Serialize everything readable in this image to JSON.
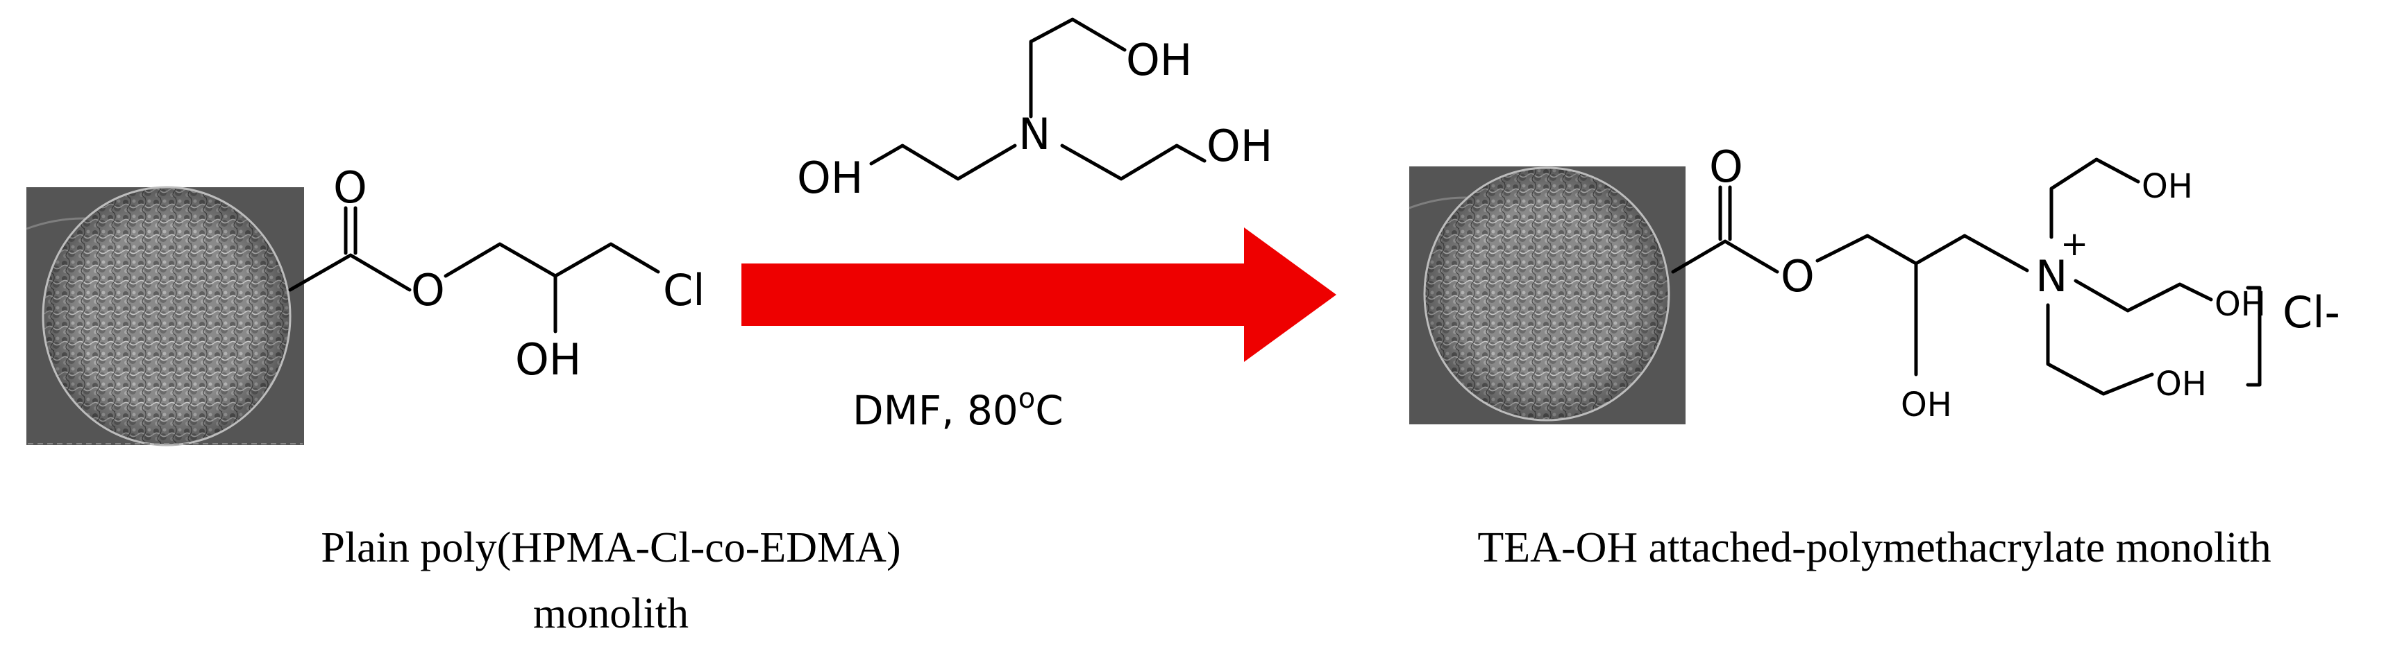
{
  "reagent": {
    "oh_top": "OH",
    "n": "N",
    "oh_left": "OH",
    "oh_right": "OH"
  },
  "reactant": {
    "o_carbonyl": "O",
    "o_ester": "O",
    "oh": "OH",
    "cl": "Cl",
    "caption_line1": "Plain poly(HPMA-Cl-co-EDMA)",
    "caption_line2": "monolith"
  },
  "conditions": {
    "solvent": "DMF, 80",
    "degree": "o",
    "unit": "C"
  },
  "product": {
    "o_carbonyl": "O",
    "o_ester": "O",
    "oh_chain": "OH",
    "n": "N",
    "plus": "+",
    "oh_top": "OH",
    "oh_mid": "OH",
    "oh_bottom": "OH",
    "bracket": "]",
    "counterion": "Cl-",
    "caption": "TEA-OH attached-polymethacrylate monolith"
  },
  "colors": {
    "arrow": "#ee0000",
    "sem_background": "#555555"
  }
}
